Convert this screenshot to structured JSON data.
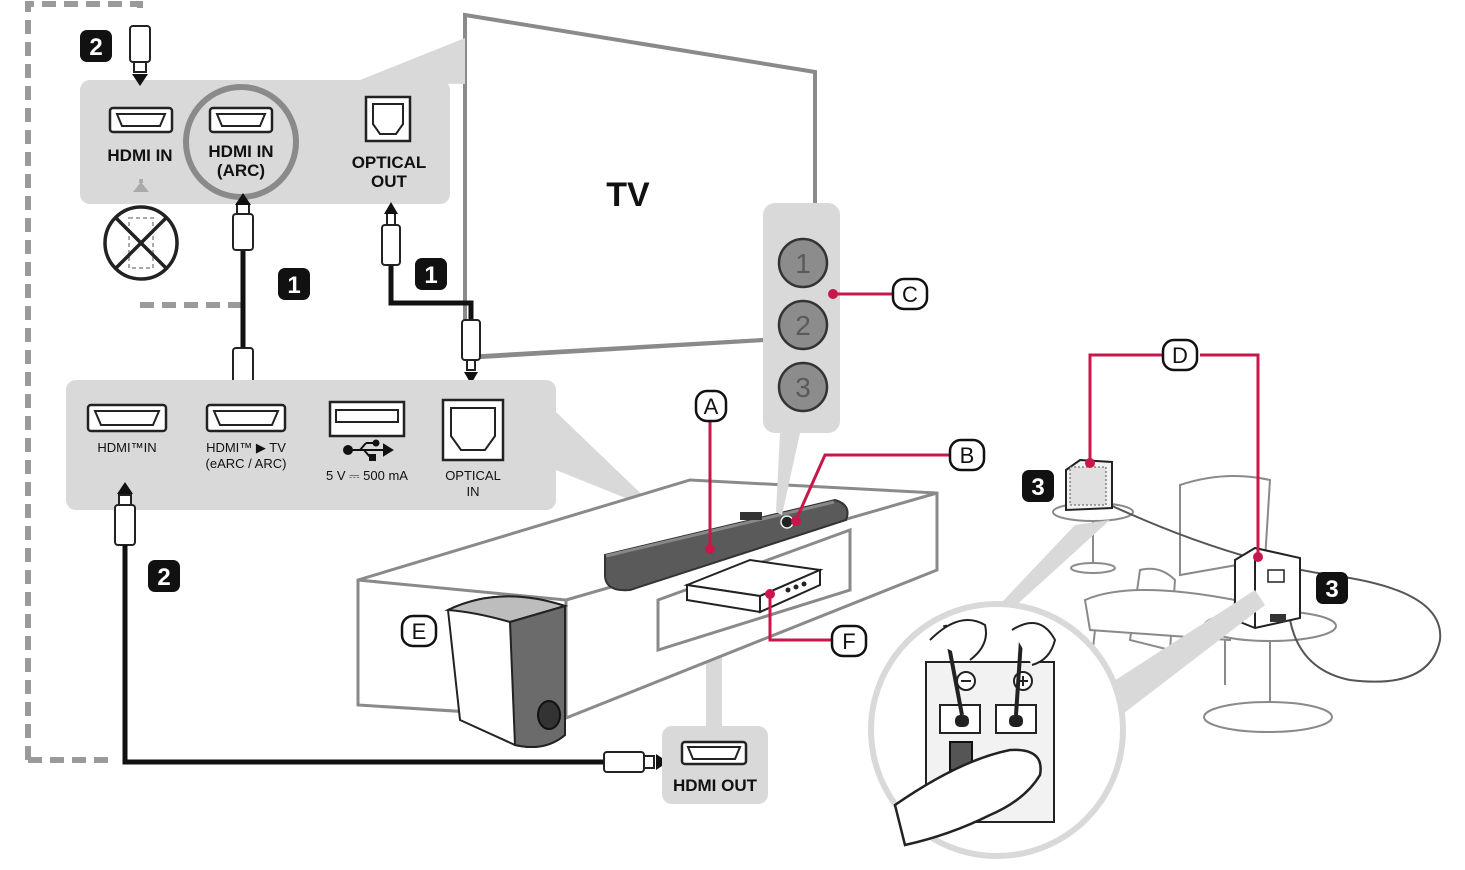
{
  "tv": {
    "label": "TV"
  },
  "tv_panel": {
    "ports": [
      {
        "label": "HDMI IN"
      },
      {
        "label_line1": "HDMI IN",
        "label_line2": "(ARC)"
      },
      {
        "label_line1": "OPTICAL",
        "label_line2": "OUT"
      }
    ]
  },
  "soundbar_panel": {
    "ports": [
      {
        "label": "HDMI™IN"
      },
      {
        "label_line1": "HDMI™ ▶ TV",
        "label_line2": "(eARC / ARC)"
      },
      {
        "label": "5 V ⎓ 500 mA",
        "icon": "usb-icon"
      },
      {
        "label_line1": "OPTICAL",
        "label_line2": "IN"
      }
    ]
  },
  "source_device": {
    "port_label": "HDMI OUT"
  },
  "steps": {
    "one": "1",
    "two": "2",
    "three": "3"
  },
  "remote_buttons": [
    "1",
    "2",
    "3"
  ],
  "callouts": {
    "a": "A",
    "b": "B",
    "c": "C",
    "d": "D",
    "e": "E",
    "f": "F"
  },
  "colors": {
    "accent": "#c8174a",
    "panel": "#d9d9d9",
    "dark": "#111111"
  }
}
